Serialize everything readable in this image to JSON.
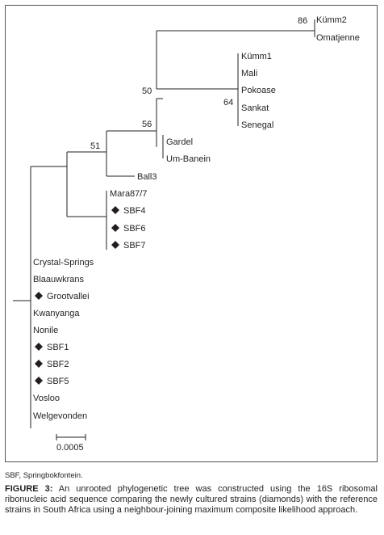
{
  "tree": {
    "taxa": {
      "kumm2": "Kümm2",
      "omatjenne": "Omatjenne",
      "kumm1": "Kümm1",
      "mali": "Mali",
      "pokoase": "Pokoase",
      "sankat": "Sankat",
      "senegal": "Senegal",
      "gardel": "Gardel",
      "um_banein": "Um-Banein",
      "ball3": "Ball3",
      "mara87": "Mara87/7",
      "sbf4": "SBF4",
      "sbf6": "SBF6",
      "sbf7": "SBF7",
      "crystal_springs": "Crystal-Springs",
      "blaauwkrans": "Blaauwkrans",
      "grootvallei": "Grootvallei",
      "kwanyanga": "Kwanyanga",
      "nonile": "Nonile",
      "sbf1": "SBF1",
      "sbf2": "SBF2",
      "sbf5": "SBF5",
      "vosloo": "Vosloo",
      "welgevonden": "Welgevonden"
    },
    "bootstrap": {
      "b86": "86",
      "b50": "50",
      "b64": "64",
      "b56": "56",
      "b51": "51"
    },
    "scale_label": "0.0005",
    "marker_color": "#231f20"
  },
  "abbreviation": "SBF, Springbokfontein.",
  "caption": {
    "label": "FIGURE 3:",
    "text": " An unrooted phylogenetic tree was constructed using the 16S ribosomal ribonucleic acid sequence comparing the newly cultured strains (diamonds) with the reference strains in South Africa using a neighbour-joining maximum composite likelihood approach."
  }
}
